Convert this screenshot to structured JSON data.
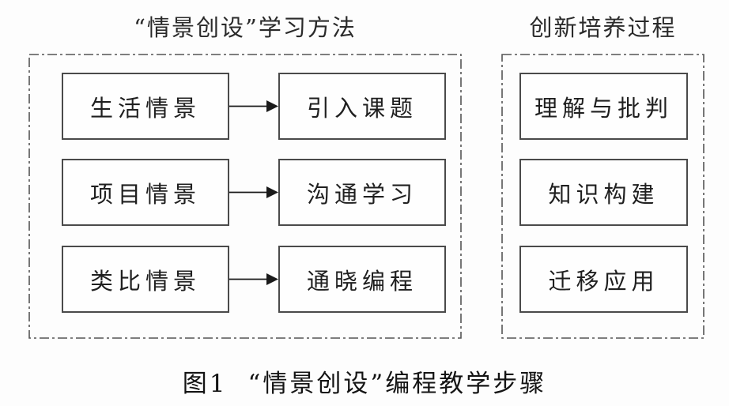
{
  "figure": {
    "left_panel": {
      "title": "“情景创设”学习方法",
      "rows": [
        {
          "source": "生活情景",
          "target": "引入课题"
        },
        {
          "source": "项目情景",
          "target": "沟通学习"
        },
        {
          "source": "类比情景",
          "target": "通晓编程"
        }
      ]
    },
    "right_panel": {
      "title": "创新培养过程",
      "items": [
        {
          "label": "理解与批判"
        },
        {
          "label": "知识构建"
        },
        {
          "label": "迁移应用"
        }
      ]
    },
    "caption": {
      "label": "图1",
      "text": "“情景创设”编程教学步骤"
    },
    "colors": {
      "background": "#fdfdfd",
      "box_border": "#4a4a4a",
      "panel_dash_border": "#555555",
      "arrow": "#1a1a1a",
      "text": "#1f1f1f"
    }
  }
}
